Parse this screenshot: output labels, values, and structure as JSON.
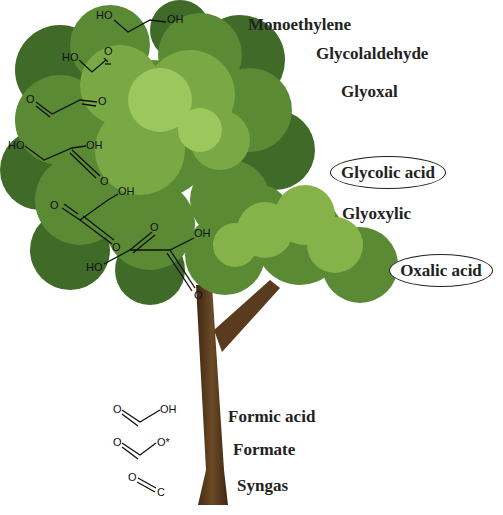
{
  "diagram": {
    "nodes": [
      {
        "text": [
          "Glycolic acid"
        ]
      },
      {
        "text": [
          "Oxalic acid"
        ]
      }
    ],
    "labels": [
      "Monoethylene",
      "Glycolaldehyde",
      "Glyoxal",
      "Glyoxylic",
      "Formic acid",
      "Formate",
      "Syngas",
      "HO",
      "OH",
      "HO",
      "O",
      "O",
      "O",
      "HO",
      "OH",
      "O",
      "O",
      "OH",
      "O",
      "OH",
      "HO",
      "O",
      "O",
      "O",
      "OH",
      "O",
      "O*",
      "O",
      "C"
    ]
  }
}
